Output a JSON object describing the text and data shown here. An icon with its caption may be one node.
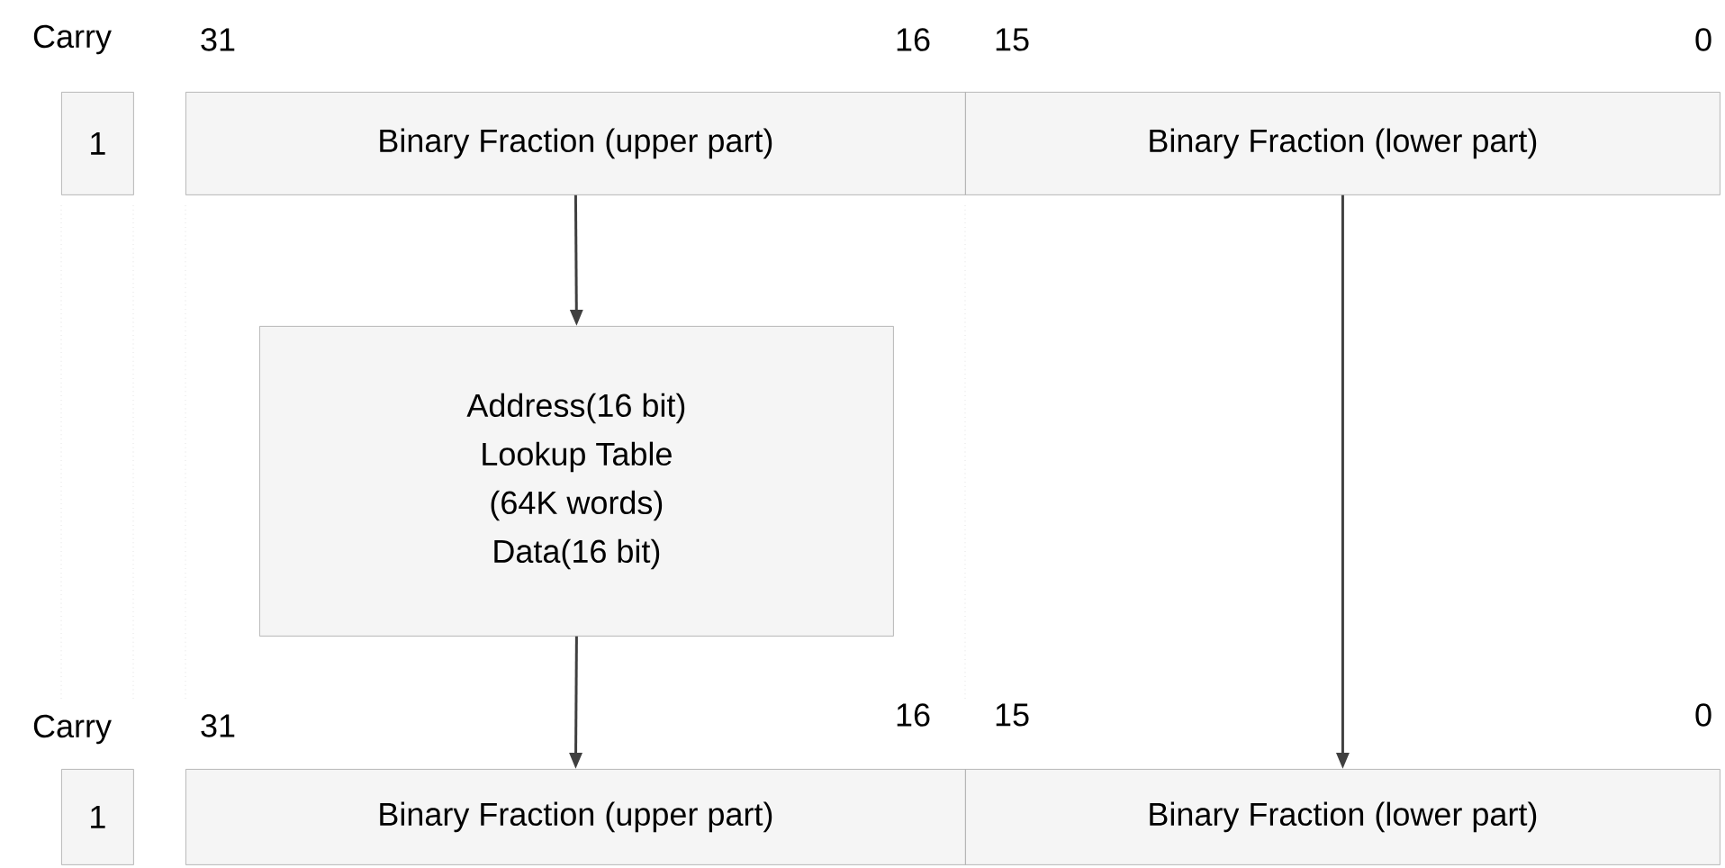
{
  "diagram": {
    "nodes": [
      {
        "text": [
          "1"
        ]
      },
      {
        "text": [
          "Binary Fraction (upper part)"
        ]
      },
      {
        "text": [
          "Binary Fraction (lower part)"
        ]
      },
      {
        "text": [
          "Address(16 bit)",
          "Lookup Table",
          "(64K words)",
          "Data(16 bit)"
        ]
      },
      {
        "text": [
          "1"
        ]
      },
      {
        "text": [
          "Binary Fraction (upper part)"
        ]
      },
      {
        "text": [
          "Binary Fraction (lower part)"
        ]
      }
    ],
    "edges": [
      {
        "from": 1,
        "to": 3,
        "arrow": "to"
      },
      {
        "from": 3,
        "to": 5,
        "arrow": "to"
      },
      {
        "from": 2,
        "to": 6,
        "arrow": "to"
      }
    ],
    "labels": [
      "Carry",
      "31",
      "16",
      "15",
      "0",
      "Carry",
      "31",
      "16",
      "15",
      "0"
    ]
  }
}
